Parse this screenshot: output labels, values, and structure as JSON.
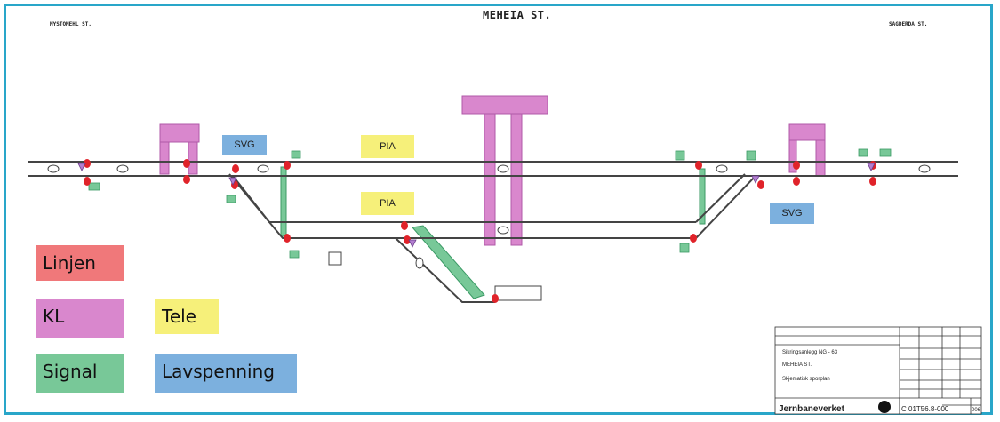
{
  "drawing": {
    "title": "MEHEIA ST.",
    "left_station": "MYSTOMEHL ST.",
    "right_station": "SAGDERDA ST."
  },
  "zones": {
    "svg_left": "SVG",
    "svg_right": "SVG",
    "pia_top": "PIA",
    "pia_bottom": "PIA"
  },
  "legend": [
    {
      "label": "Linjen",
      "color": "#f0787a"
    },
    {
      "label": "KL",
      "color": "#d987cd"
    },
    {
      "label": "Tele",
      "color": "#f6f07a"
    },
    {
      "label": "Signal",
      "color": "#78c898"
    },
    {
      "label": "Lavspenning",
      "color": "#7cb0de"
    }
  ],
  "colors": {
    "frame": "#29a6c9",
    "track": "#444444",
    "kl": "#d987cd",
    "signal": "#78c898",
    "svg_zone": "#7cb0de",
    "pia_zone": "#f6f07a",
    "red_marker": "#e0232a"
  },
  "title_block": {
    "line1": "Sikringsanlegg NG - 63",
    "line2": "MEHEIA ST.",
    "line3": "Skjematisk sporplan",
    "company": "Jernbaneverket",
    "drawing_no": "C 01T56.8-000",
    "sheet": "006"
  }
}
